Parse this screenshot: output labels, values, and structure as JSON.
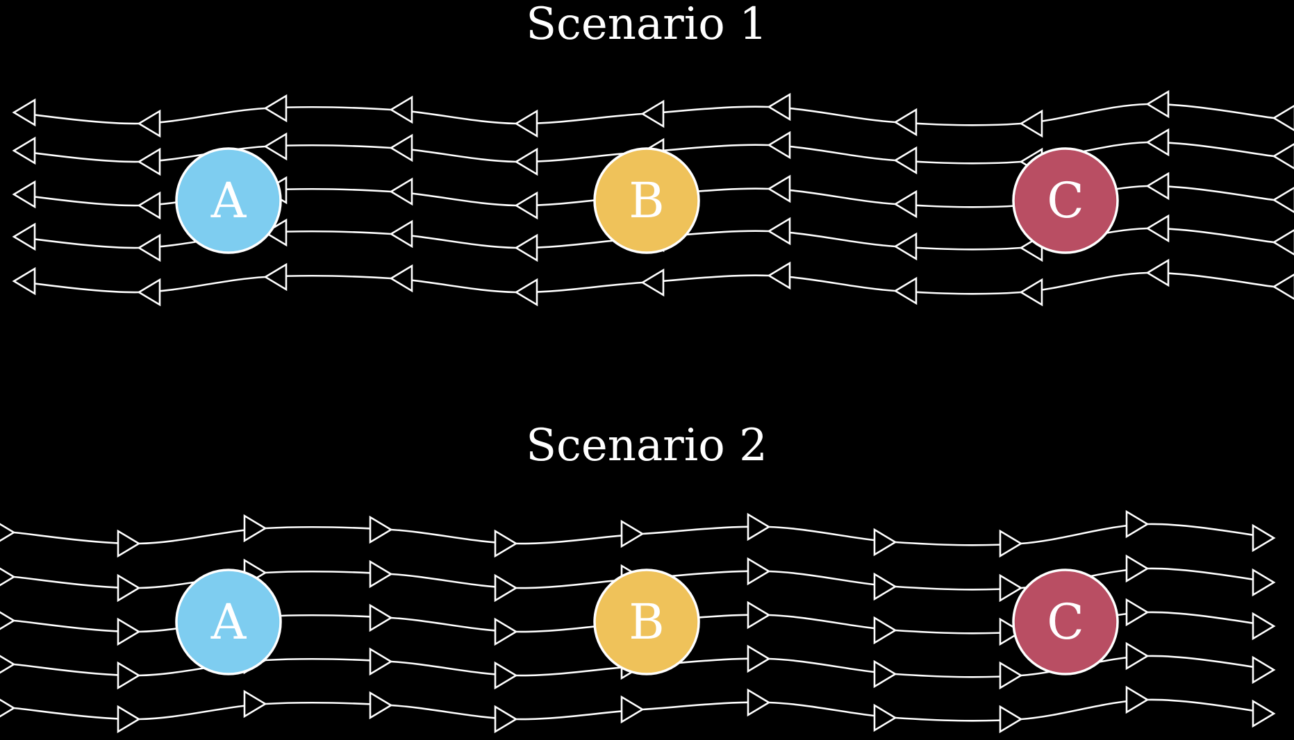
{
  "scenarios": [
    {
      "title": "Scenario 1",
      "flow_direction": "left",
      "nodes": [
        {
          "label": "A",
          "color": "#7ecdf0"
        },
        {
          "label": "B",
          "color": "#efc25a"
        },
        {
          "label": "C",
          "color": "#b94e63"
        }
      ]
    },
    {
      "title": "Scenario 2",
      "flow_direction": "right",
      "nodes": [
        {
          "label": "A",
          "color": "#7ecdf0"
        },
        {
          "label": "B",
          "color": "#efc25a"
        },
        {
          "label": "C",
          "color": "#b94e63"
        }
      ]
    }
  ],
  "colors": {
    "background": "#000000",
    "lines": "#ffffff"
  }
}
